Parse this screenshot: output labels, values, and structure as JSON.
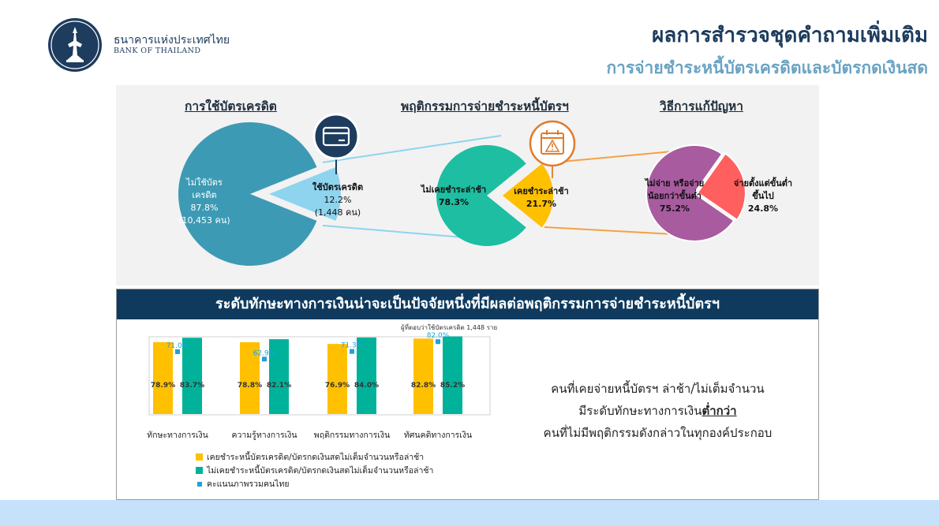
{
  "header": {
    "bank_name_th": "ธนาคารแห่งประเทศไทย",
    "bank_name_en": "BANK OF THAILAND",
    "title": "ผลการสำรวจชุดคำถามเพิ่มเติม",
    "subtitle": "การจ่ายชำระหนี้บัตรเครดิตและบัตรกดเงินสด"
  },
  "sections": {
    "card_use": "การใช้บัตรเครดิต",
    "payment_behavior": "พฤติกรรมการจ่ายชำระหนี้บัตรฯ",
    "solution": "วิธีการแก้ปัญหา"
  },
  "colors": {
    "not_use": "#3d9ab4",
    "use": "#8ed4ef",
    "never_late": "#1ebea2",
    "late": "#ffc000",
    "not_pay": "#a95ba0",
    "pay_min": "#ff5f5f",
    "connector_blue": "#8ed4ef",
    "connector_orange": "#f4a143",
    "banner": "#0f3a5e",
    "bar_yellow": "#ffc000",
    "bar_green": "#00b29a",
    "bar_marker": "#1fa1dd",
    "footer": "#c6e2fb"
  },
  "icons": {
    "card": "credit-card-icon",
    "calendar": "calendar-warning-icon",
    "logo": "bank-emblem-icon"
  },
  "chart_data": [
    {
      "type": "pie",
      "labels": [
        "ไม่ใช้บัตรเครดิต",
        "ใช้บัตรเครดิต"
      ],
      "values": [
        87.8,
        12.2
      ],
      "counts": [
        "(10,453 คน)",
        "(1,448 คน)"
      ],
      "display": {
        "not_use_l1": "ไม่ใช้บัตร",
        "not_use_l2": "เครดิต",
        "not_use_pct": "87.8%",
        "not_use_cnt": "(10,453 คน)",
        "use_l1": "ใช้บัตรเครดิต",
        "use_pct": "12.2%",
        "use_cnt": "(1,448 คน)"
      }
    },
    {
      "type": "pie",
      "labels": [
        "ไม่เคยชำระล่าช้า",
        "เคยชำระล่าช้า"
      ],
      "values": [
        78.3,
        21.7
      ],
      "display": {
        "never_l1": "ไม่เคยชำระล่าช้า",
        "never_pct": "78.3%",
        "late_l1": "เคยชำระล่าช้า",
        "late_pct": "21.7%"
      }
    },
    {
      "type": "pie",
      "labels": [
        "ไม่จ่าย หรือจ่ายน้อยกว่าขั้นต่ำ",
        "จ่ายตั้งแต่ขั้นต่ำขึ้นไป"
      ],
      "values": [
        75.2,
        24.8
      ],
      "display": {
        "notpay_l1": "ไม่จ่าย หรือจ่าย",
        "notpay_l2": "น้อยกว่าขั้นต่ำ",
        "notpay_pct": "75.2%",
        "min_l1": "จ่ายตั้งแต่ขั้นต่ำ",
        "min_l2": "ขึ้นไป",
        "min_pct": "24.8%"
      }
    },
    {
      "type": "bar",
      "note": "ผู้ที่ตอบว่าใช้บัตรเครดิต 1,448 ราย",
      "categories": [
        "ทักษะทางการเงิน",
        "ความรู้ทางการเงิน",
        "พฤติกรรมทางการเงิน",
        "ทัศนคติทางการเงิน"
      ],
      "series": [
        {
          "name": "เคยชำระหนี้บัตรเครดิต/บัตรกดเงินสดไม่เต็มจำนวนหรือล่าช้า",
          "values": [
            78.9,
            78.8,
            76.9,
            82.8
          ],
          "labels": [
            "78.9%",
            "78.8%",
            "76.9%",
            "82.8%"
          ]
        },
        {
          "name": "ไม่เคยชำระหนี้บัตรเครดิต/บัตรกดเงินสดไม่เต็มจำนวนหรือล่าช้า",
          "values": [
            83.7,
            82.1,
            84.0,
            85.2
          ],
          "labels": [
            "83.7%",
            "82.1%",
            "84.0%",
            "85.2%"
          ]
        },
        {
          "name": "คะแนนภาพรวมคนไทย",
          "values": [
            71.0,
            62.9,
            71.3,
            82.0
          ],
          "labels": [
            "71.0%",
            "62.9%",
            "71.3%",
            "82.0%"
          ]
        }
      ],
      "ylim": [
        0,
        90
      ]
    }
  ],
  "bottom": {
    "banner": "ระดับทักษะทางการเงินน่าจะเป็นปัจจัยหนึ่งที่มีผลต่อพฤติกรรมการจ่ายชำระหนี้บัตรฯ",
    "conclusion_line1": "คนที่เคยจ่ายหนี้บัตรฯ ล่าช้า/ไม่เต็มจำนวน",
    "conclusion_line2_pre": "มีระดับทักษะทางการเงิน",
    "conclusion_line2_em": "ต่ำกว่า",
    "conclusion_line3": "คนที่ไม่มีพฤติกรรมดังกล่าวในทุกองค์ประกอบ"
  }
}
